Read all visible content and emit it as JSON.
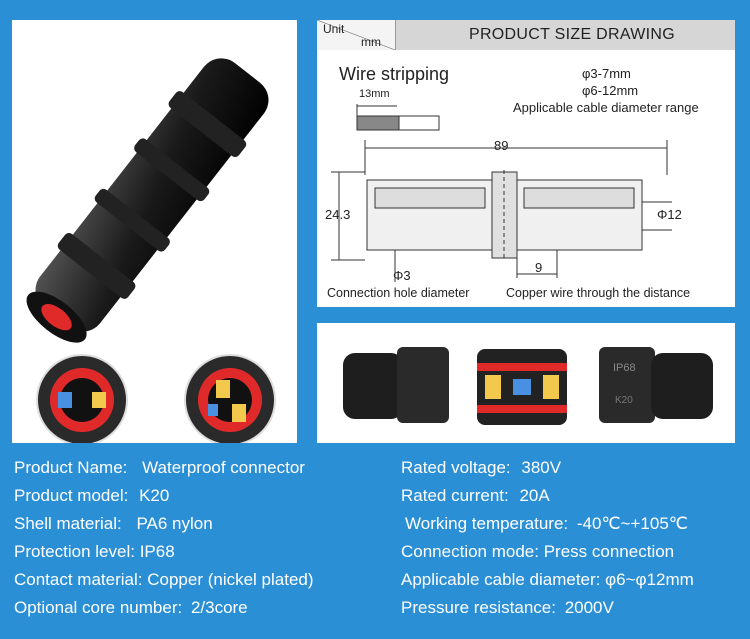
{
  "drawing": {
    "header_title": "PRODUCT SIZE DRAWING",
    "unit_top": "Unit",
    "unit_bottom": "mm",
    "wire_stripping": "Wire stripping",
    "strip_length": "13mm",
    "cable_range_1": "φ3-7mm",
    "cable_range_2": "φ6-12mm",
    "cable_range_label": "Applicable cable diameter range",
    "dim_length": "89",
    "dim_height": "24.3",
    "dim_diameter": "Φ12",
    "dim_hole": "Φ3",
    "dim_copper": "9",
    "hole_label": "Connection hole diameter",
    "copper_label": "Copper wire through the distance"
  },
  "specs_left": [
    {
      "label": "Product Name:",
      "value": "Waterproof connector"
    },
    {
      "label": "Product model:",
      "value": "K20"
    },
    {
      "label": "Shell material:",
      "value": "PA6 nylon"
    },
    {
      "label": "Protection level:",
      "value": "IP68"
    },
    {
      "label": "Contact material:",
      "value": "Copper (nickel plated)"
    },
    {
      "label": "Optional core number:",
      "value": "2/3core"
    }
  ],
  "specs_right": [
    {
      "label": "Rated voltage:",
      "value": "380V"
    },
    {
      "label": "Rated current:",
      "value": "20A"
    },
    {
      "label": "Working temperature:",
      "value": "-40℃~+105℃"
    },
    {
      "label": "Connection mode:",
      "value": "Press connection"
    },
    {
      "label": "Applicable cable diameter:",
      "value": "φ6~φ12mm"
    },
    {
      "label": "Pressure resistance:",
      "value": "2000V"
    }
  ],
  "product_marks": {
    "rating": "IP68",
    "model": "K20"
  },
  "colors": {
    "background": "#2b8fd6",
    "panel": "#ffffff",
    "connector": "#1e1e1e",
    "seal": "#e02a2a",
    "contact": "#f2c94c"
  }
}
